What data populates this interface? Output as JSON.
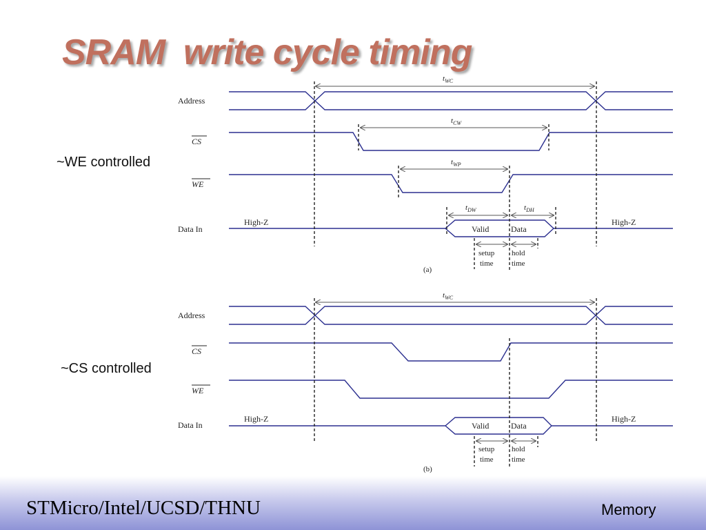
{
  "slide": {
    "title": "SRAM  write cycle timing",
    "label_we": "~WE controlled",
    "label_cs": "~CS controlled",
    "footer_left": "STMicro/Intel/UCSD/THNU",
    "footer_right": "Memory"
  },
  "diagram_a": {
    "signals": [
      "Address",
      "CS",
      "WE",
      "Data In"
    ],
    "high_z_left": "High-Z",
    "high_z_right": "High-Z",
    "valid": "Valid",
    "data": "Data",
    "t_wc": "t",
    "t_wc_sub": "WC",
    "t_cw": "t",
    "t_cw_sub": "CW",
    "t_wp": "t",
    "t_wp_sub": "WP",
    "t_dw": "t",
    "t_dw_sub": "DW",
    "t_dh": "t",
    "t_dh_sub": "DH",
    "setup_1": "setup",
    "setup_2": "time",
    "hold_1": "hold",
    "hold_2": "time",
    "caption": "(a)"
  },
  "diagram_b": {
    "signals": [
      "Address",
      "CS",
      "WE",
      "Data In"
    ],
    "high_z_left": "High-Z",
    "high_z_right": "High-Z",
    "valid": "Valid",
    "data": "Data",
    "t_wc": "t",
    "t_wc_sub": "WC",
    "setup_1": "setup",
    "setup_2": "time",
    "hold_1": "hold",
    "hold_2": "time",
    "caption": "(b)"
  },
  "colors": {
    "title": "#c0705e",
    "signal": "#2b2f8f",
    "footer_gradient_end": "#8e93d6"
  }
}
